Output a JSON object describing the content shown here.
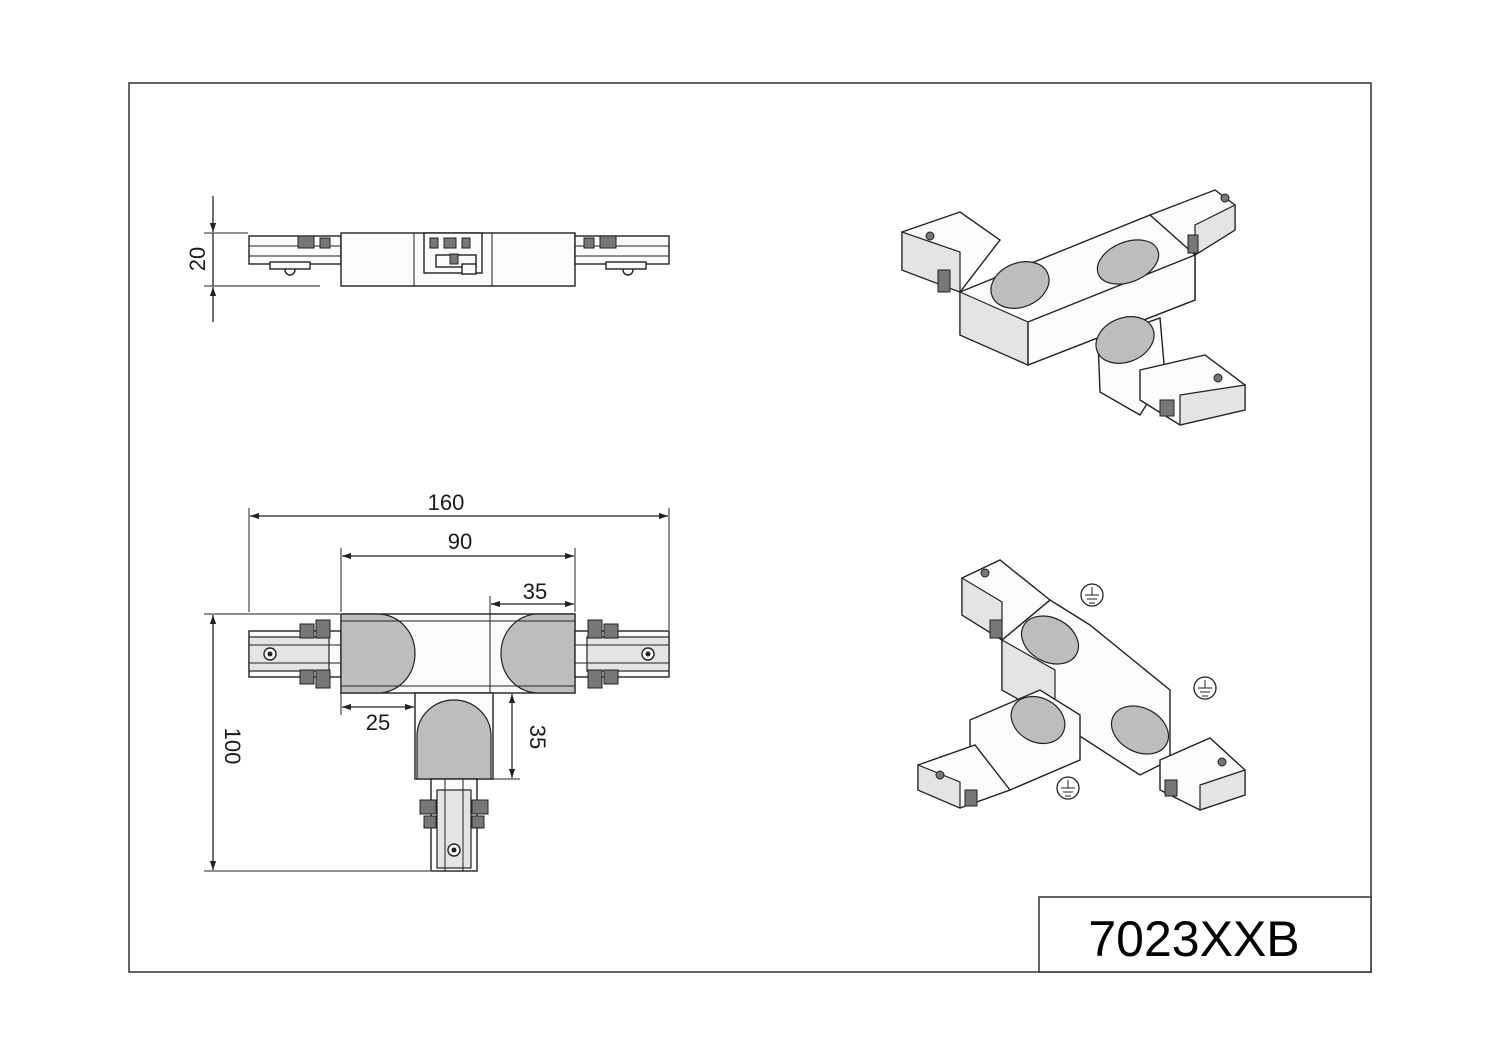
{
  "product_code": "7023XXB",
  "dimensions": {
    "height": "20",
    "total_length": "160",
    "center_length": "90",
    "end_section": "35",
    "branch_offset": "25",
    "branch_length": "35",
    "total_width": "100"
  },
  "icons": [
    "ground-symbol-icon",
    "ground-symbol-icon",
    "ground-symbol-icon"
  ]
}
